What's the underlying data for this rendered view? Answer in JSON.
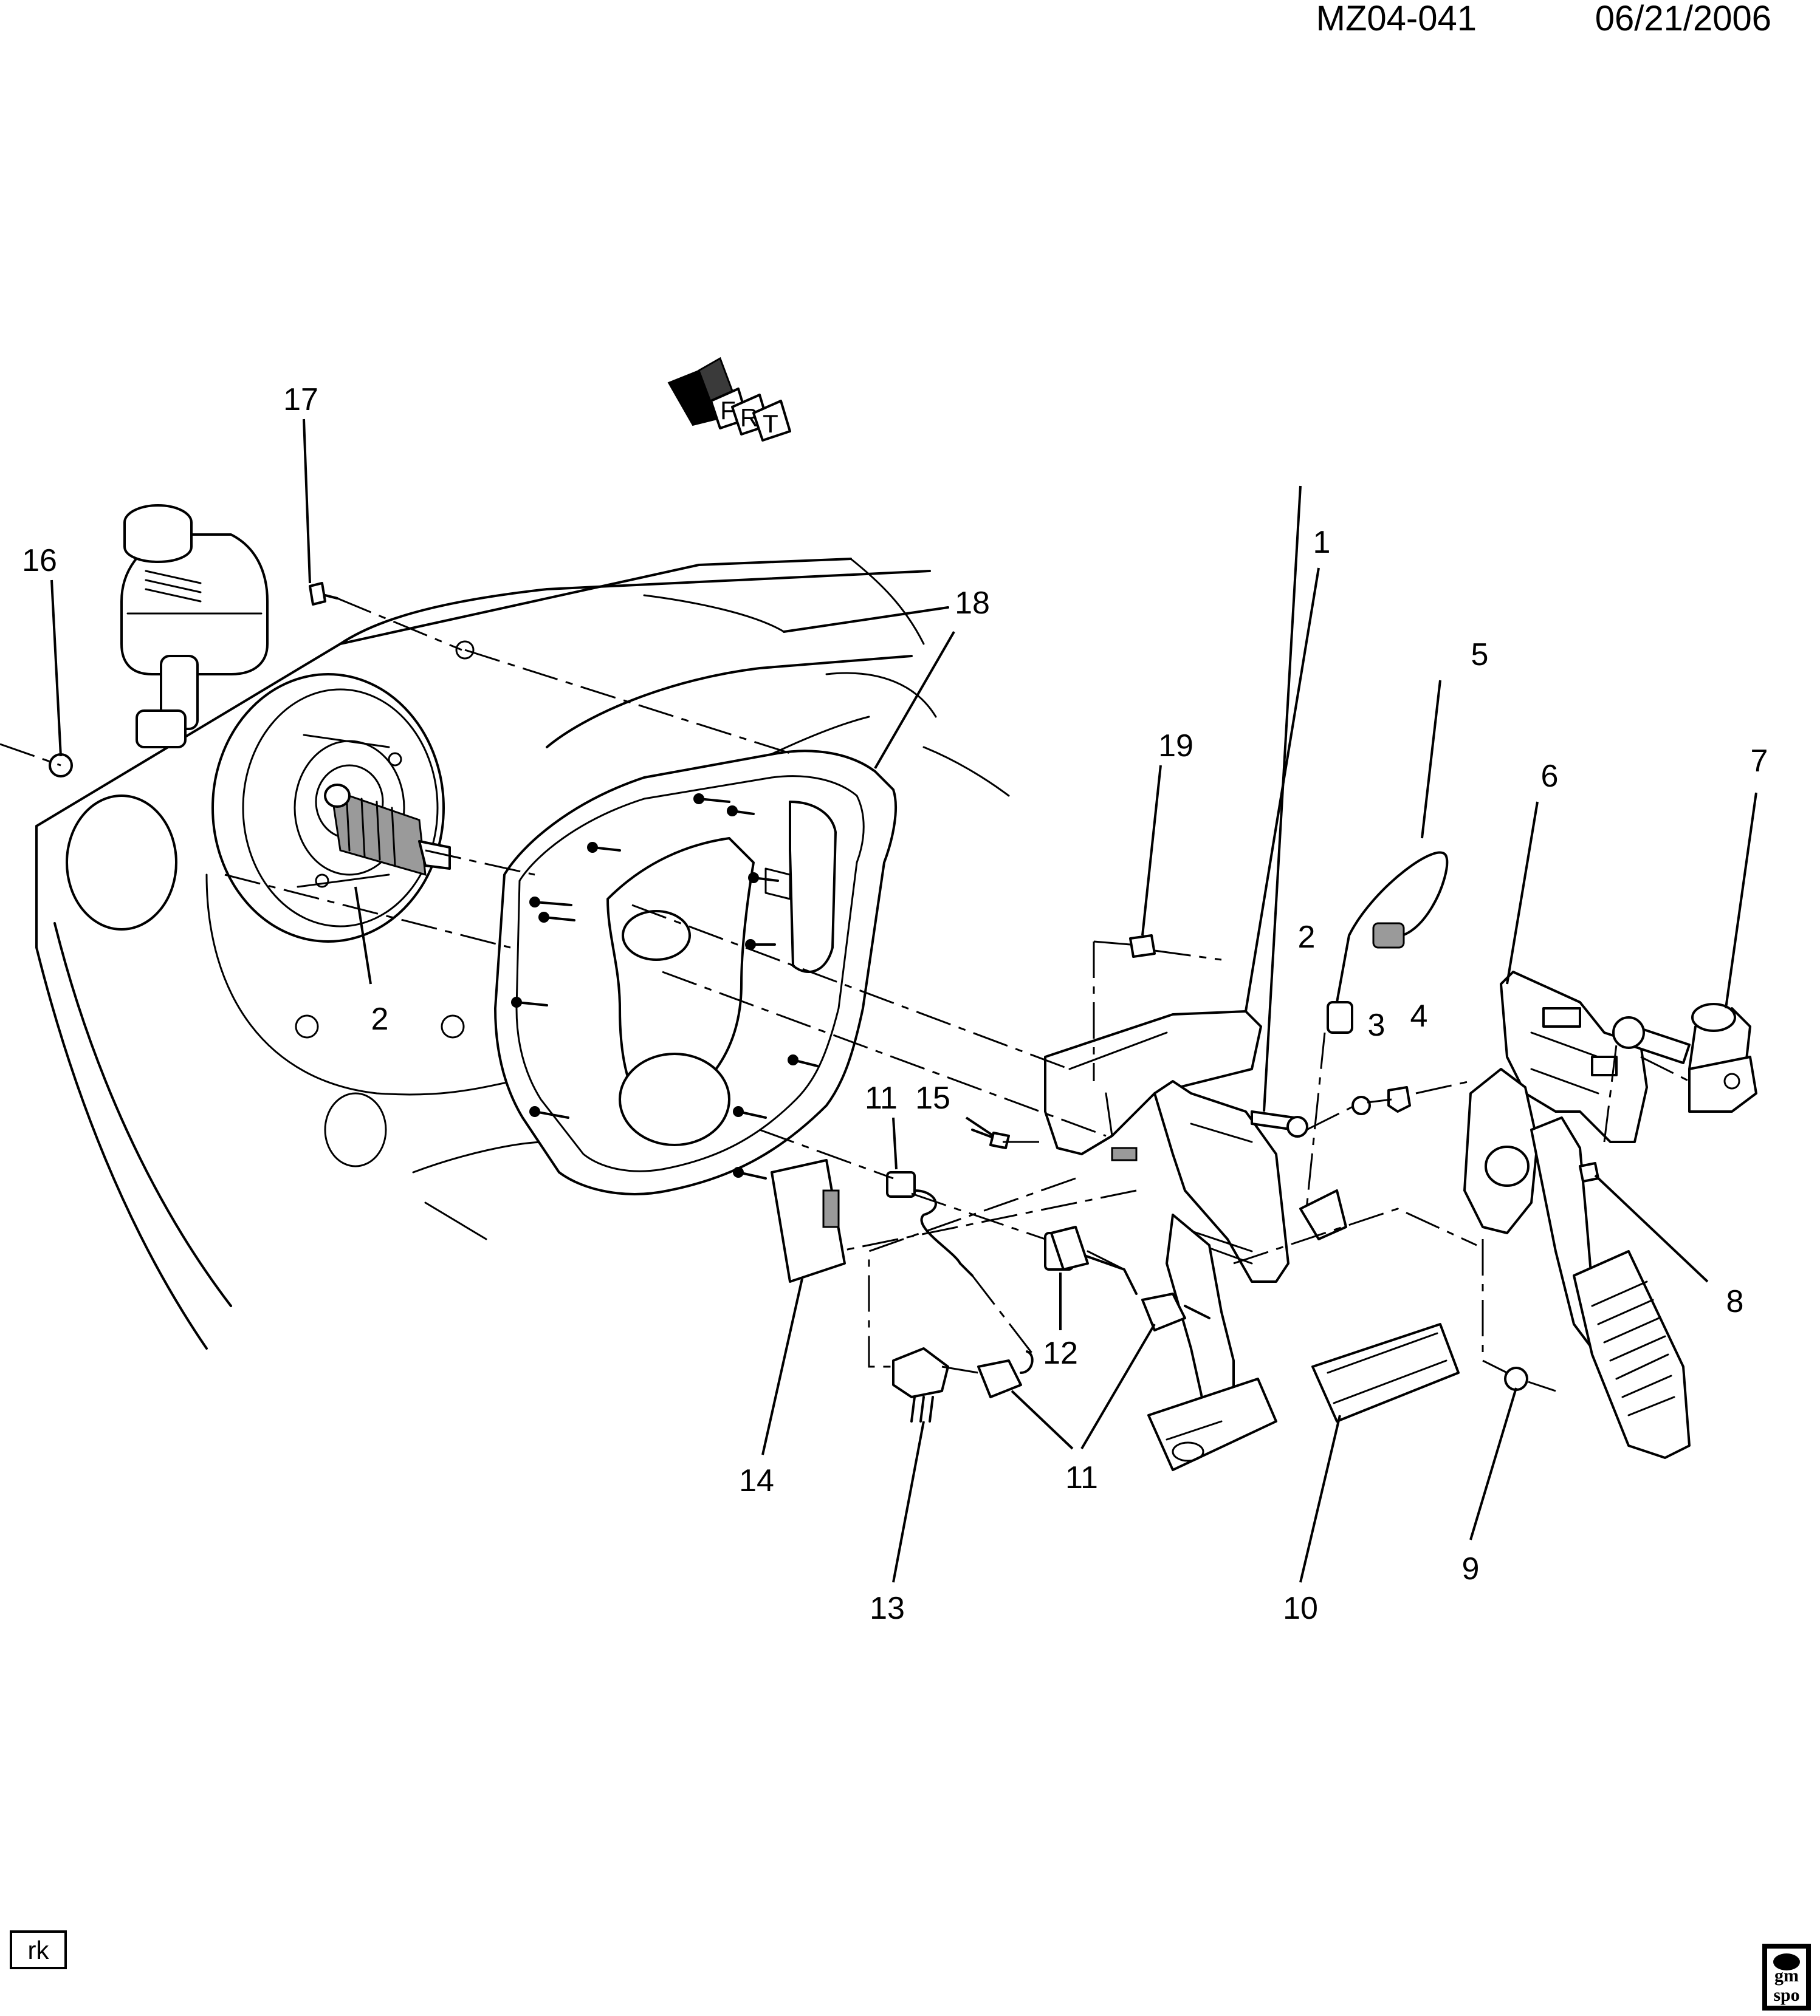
{
  "header": {
    "diagram_code": "MZ04-041",
    "date": "06/21/2006"
  },
  "front_indicator": {
    "letters": [
      "F",
      "R",
      "T"
    ]
  },
  "callouts": [
    {
      "id": "callout-1",
      "number": "1"
    },
    {
      "id": "callout-2-booster",
      "number": "2"
    },
    {
      "id": "callout-2-pedal",
      "number": "2"
    },
    {
      "id": "callout-3",
      "number": "3"
    },
    {
      "id": "callout-4",
      "number": "4"
    },
    {
      "id": "callout-5",
      "number": "5"
    },
    {
      "id": "callout-6",
      "number": "6"
    },
    {
      "id": "callout-7",
      "number": "7"
    },
    {
      "id": "callout-8",
      "number": "8"
    },
    {
      "id": "callout-9",
      "number": "9"
    },
    {
      "id": "callout-10",
      "number": "10"
    },
    {
      "id": "callout-11-upper",
      "number": "11"
    },
    {
      "id": "callout-11-lower",
      "number": "11"
    },
    {
      "id": "callout-12",
      "number": "12"
    },
    {
      "id": "callout-13",
      "number": "13"
    },
    {
      "id": "callout-14",
      "number": "14"
    },
    {
      "id": "callout-15",
      "number": "15"
    },
    {
      "id": "callout-16",
      "number": "16"
    },
    {
      "id": "callout-17",
      "number": "17"
    },
    {
      "id": "callout-18",
      "number": "18"
    },
    {
      "id": "callout-19",
      "number": "19"
    }
  ],
  "footer": {
    "initials": "rk",
    "logo_line1": "gm",
    "logo_line2": "spo"
  }
}
